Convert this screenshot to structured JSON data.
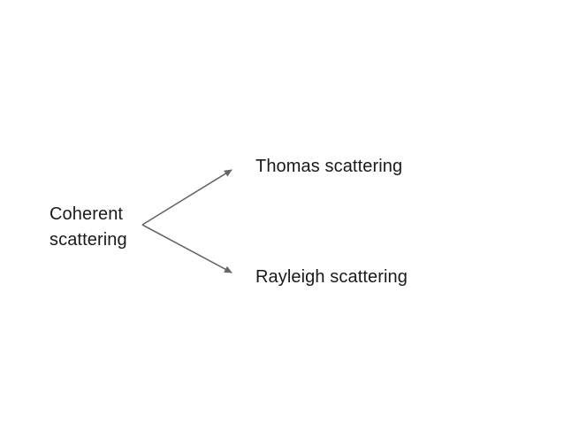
{
  "diagram": {
    "source": {
      "line1": "Coherent",
      "line2": "scattering"
    },
    "targets": {
      "top": "Thomas scattering",
      "bottom": "Rayleigh scattering"
    },
    "arrow_color": "#666666"
  }
}
